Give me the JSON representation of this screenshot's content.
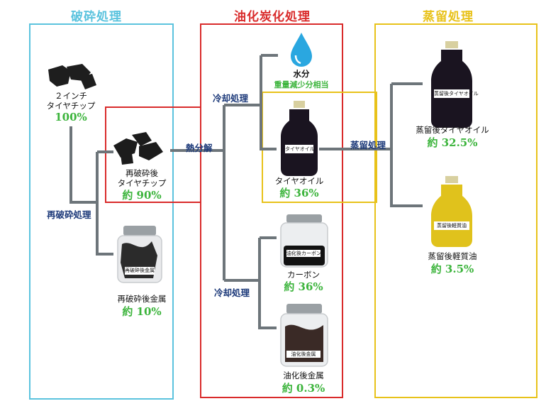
{
  "sections": {
    "crushing": {
      "title": "破砕処理",
      "color": "#5bc3de"
    },
    "carbonization": {
      "title": "油化炭化処理",
      "color": "#d92b2b"
    },
    "distillation": {
      "title": "蒸留処理",
      "color": "#e8c21a"
    }
  },
  "nodes": {
    "chip2inch": {
      "label_line1": "２インチ",
      "label_line2": "タイヤチップ",
      "percent": "100%"
    },
    "rechip": {
      "label_line1": "再破砕後",
      "label_line2": "タイヤチップ",
      "percent": "約 90%"
    },
    "remetal": {
      "label": "再破砕後金属",
      "percent": "約 10%",
      "jar_label": "再破砕後金属"
    },
    "water": {
      "label": "水分",
      "note": "重量減少分相当"
    },
    "tireoil": {
      "label": "タイヤオイル",
      "percent": "約 36%",
      "bottle_label": "タイヤオイル"
    },
    "carbon": {
      "label": "カーボン",
      "percent": "約 36%",
      "jar_label": "油化後カーボン"
    },
    "oilmetal": {
      "label": "油化後金属",
      "percent": "約 0.3%",
      "jar_label": "油化後金属"
    },
    "distoil": {
      "label": "蒸留後タイヤオイル",
      "percent": "約 32.5%",
      "bottle_label": "蒸留後タイヤオイル"
    },
    "lightoil": {
      "label": "蒸留後軽質油",
      "percent": "約 3.5%",
      "bottle_label": "蒸留後軽質油"
    }
  },
  "processes": {
    "recrush": "再破砕処理",
    "pyrolysis": "熱分解",
    "cooling_top": "冷却処理",
    "cooling_bottom": "冷却処理",
    "distill": "蒸留処理"
  },
  "icons": {
    "water": "water-drop-icon",
    "chip": "tire-chip-icon",
    "jar": "glass-jar-icon",
    "bottle": "swing-top-bottle-icon"
  },
  "colors": {
    "connector": "#6d757a",
    "percent": "#3cb43c",
    "process_text": "#1d3a7a",
    "water": "#2aa7e0",
    "dark_oil": "#1a1420",
    "light_oil": "#e0c21c"
  }
}
